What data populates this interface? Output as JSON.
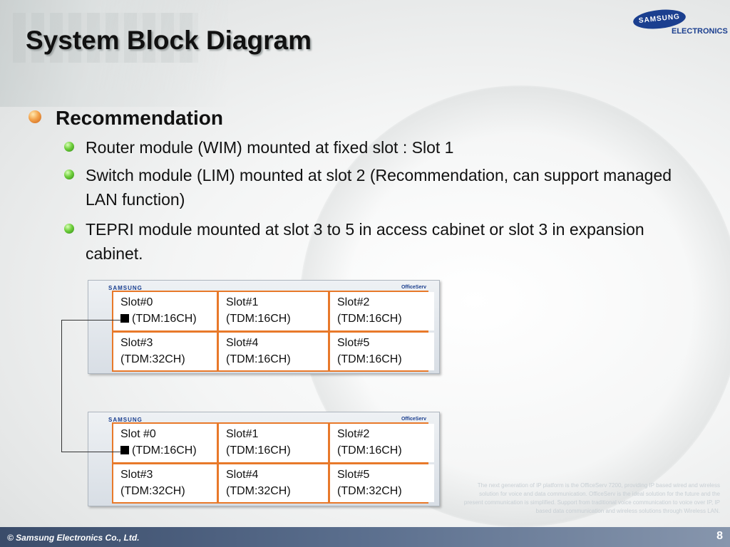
{
  "slide": {
    "title": "System Block Diagram",
    "logo": {
      "brand": "SAMSUNG",
      "sub": "ELECTRONICS"
    },
    "level1": "Recommendation",
    "level2": [
      "Router module (WIM) mounted at fixed slot : Slot 1",
      "Switch module (LIM) mounted at slot 2 (Recommendation, can support managed LAN function)",
      "TEPRI module mounted at slot 3 to 5 in access cabinet or slot 3 in expansion cabinet."
    ],
    "footer_copyright": "© Samsung Electronics Co., Ltd.",
    "page_number": "8",
    "background_blurb": "The next generation of IP platform is the OfficeServ 7200, providing IP based wired and wireless solution for voice and data communication. OfficeServ is the ideal solution for the future and the present communication is simplified. Support from traditional voice communication to voice over IP, IP based data communication and wireless solutions through Wireless LAN."
  },
  "cabinets": [
    {
      "brand": "SAMSUNG",
      "model": "OfficeServ",
      "slots": [
        {
          "name": "Slot#0",
          "spec": "(TDM:16CH)",
          "marker": true
        },
        {
          "name": "Slot#1",
          "spec": "(TDM:16CH)"
        },
        {
          "name": "Slot#2",
          "spec": "(TDM:16CH)"
        },
        {
          "name": "Slot#3",
          "spec": "(TDM:32CH)"
        },
        {
          "name": "Slot#4",
          "spec": "(TDM:16CH)"
        },
        {
          "name": "Slot#5",
          "spec": "(TDM:16CH)"
        }
      ]
    },
    {
      "brand": "SAMSUNG",
      "model": "OfficeServ",
      "slots": [
        {
          "name": "Slot #0",
          "spec": "(TDM:16CH)",
          "marker": true
        },
        {
          "name": "Slot#1",
          "spec": "(TDM:16CH)"
        },
        {
          "name": "Slot#2",
          "spec": "(TDM:16CH)"
        },
        {
          "name": "Slot#3",
          "spec": "(TDM:32CH)"
        },
        {
          "name": "Slot#4",
          "spec": "(TDM:32CH)"
        },
        {
          "name": "Slot#5",
          "spec": "(TDM:32CH)"
        }
      ]
    }
  ],
  "colors": {
    "slot_border": "#e8792a",
    "brand_blue": "#1b3f8f",
    "footer_bar": "#3a4c6a"
  }
}
